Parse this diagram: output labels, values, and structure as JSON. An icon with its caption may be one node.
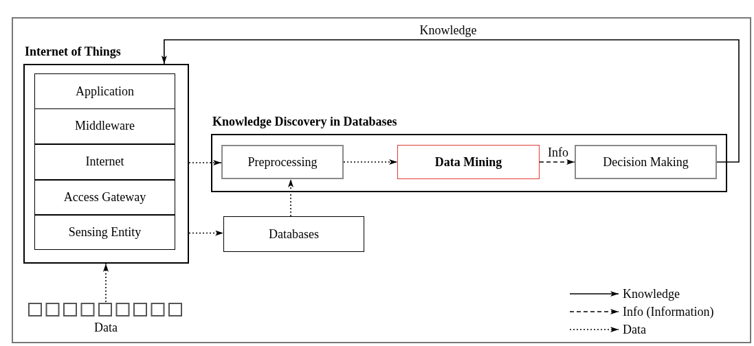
{
  "diagram": {
    "nodes": [
      {
        "text": [
          "Internet of Things"
        ]
      },
      {
        "text": [
          "Application"
        ],
        "in": 0
      },
      {
        "text": [
          "Middleware"
        ],
        "in": 0
      },
      {
        "text": [
          "Internet"
        ],
        "in": 0
      },
      {
        "text": [
          "Access Gateway"
        ],
        "in": 0
      },
      {
        "text": [
          "Sensing Entity"
        ],
        "in": 0
      },
      {
        "text": [
          "Knowledge Discovery in Databases"
        ]
      },
      {
        "text": [
          "Preprocessing"
        ],
        "in": 6
      },
      {
        "text": [
          "Data Mining"
        ],
        "in": 6
      },
      {
        "text": [
          "Decision Making"
        ],
        "in": 6
      },
      {
        "text": [
          "Databases"
        ]
      },
      {
        "text": [
          "Data"
        ]
      }
    ],
    "edges": [
      {
        "from": 9,
        "to": 0,
        "arrow": "to",
        "label": "Knowledge"
      },
      {
        "from": 3,
        "to": 7,
        "arrow": "to",
        "style": "dashed"
      },
      {
        "from": 7,
        "to": 8,
        "arrow": "to",
        "style": "dashed"
      },
      {
        "from": 8,
        "to": 9,
        "arrow": "to",
        "style": "dashed",
        "label": "Info"
      },
      {
        "from": 5,
        "to": 10,
        "arrow": "to",
        "style": "dashed"
      },
      {
        "from": 10,
        "to": 7,
        "arrow": "to",
        "style": "dashed"
      },
      {
        "from": 11,
        "to": 0,
        "arrow": "to",
        "style": "dashed"
      }
    ],
    "legend": [
      {
        "text": "Knowledge"
      },
      {
        "text": "Info (Information)"
      },
      {
        "text": "Data"
      }
    ]
  }
}
